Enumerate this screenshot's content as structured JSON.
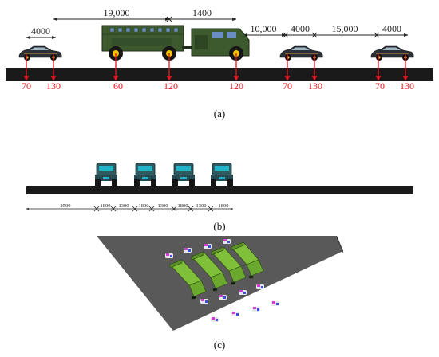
{
  "panel_a": {
    "dimensions": {
      "car1_length": "4000",
      "truck_span": "19,000",
      "truck_gap": "1400",
      "gap_after_truck": "10,000",
      "car2_length": "4000",
      "car_gap": "15,000",
      "car3_length": "4000"
    },
    "loads": [
      "70",
      "130",
      "60",
      "120",
      "120",
      "70",
      "130",
      "70",
      "130"
    ],
    "caption": "(a)"
  },
  "panel_b": {
    "dimensions": [
      "2500",
      "1800",
      "1300",
      "1800",
      "1300",
      "1800",
      "1300",
      "1800"
    ],
    "caption": "(b)"
  },
  "panel_c": {
    "caption": "(c)"
  },
  "colors": {
    "road": "#1a1a1a",
    "load_arrow": "#e8141e",
    "truck_body": "#3d5a2e",
    "truck_wheel": "#f2c200",
    "vehicle_teal": "#1fb4c8",
    "deck": "#5a5a5a",
    "green_truck_3d": "#7fbf3a",
    "car_3d_accent": "#d23cd2"
  }
}
